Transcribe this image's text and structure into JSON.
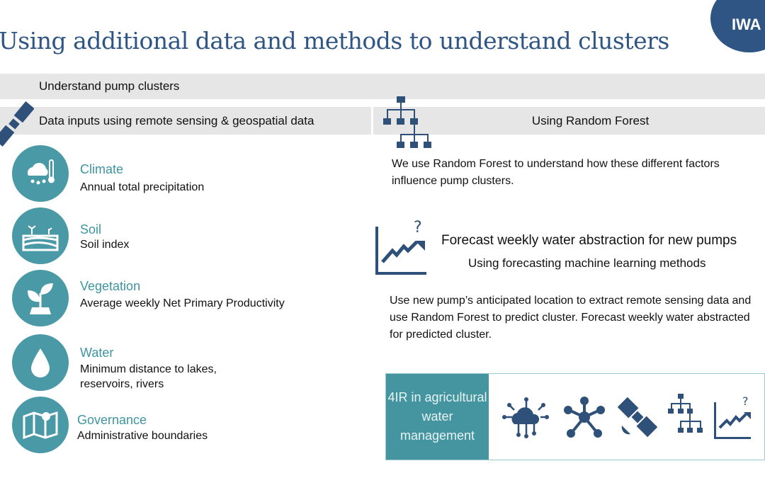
{
  "title": "Using additional data and methods to understand clusters",
  "logo": "IWA",
  "bar1": "Understand pump clusters",
  "bar2": "Data inputs using remote sensing & geospatial data",
  "bar3": "Using Random Forest",
  "inputs": [
    {
      "title": "Climate",
      "desc": "Annual total precipitation",
      "icon": "cloud-rain-thermometer-icon"
    },
    {
      "title": "Soil",
      "desc": "Soil index",
      "icon": "field-icon"
    },
    {
      "title": "Vegetation",
      "desc": "Average weekly Net Primary Productivity",
      "icon": "plant-icon"
    },
    {
      "title": "Water",
      "desc": "Minimum distance to lakes, reservoirs, rivers",
      "icon": "water-drop-icon"
    },
    {
      "title": "Governance",
      "desc": "Administrative boundaries",
      "icon": "map-pin-icon"
    }
  ],
  "rf_text": "We use Random Forest to understand how these different factors influence pump clusters.",
  "forecast_title": "Forecast weekly water abstraction for new pumps",
  "forecast_sub": "Using forecasting machine learning methods",
  "forecast_text": "Use new pump’s anticipated location to extract remote sensing data and use Random Forest to predict cluster. Forecast weekly water abstracted for predicted cluster.",
  "box_label": "4IR in agricultural water management",
  "colors": {
    "navy": "#2f5584",
    "teal": "#4a99a6",
    "gray": "#e6e6e6"
  }
}
